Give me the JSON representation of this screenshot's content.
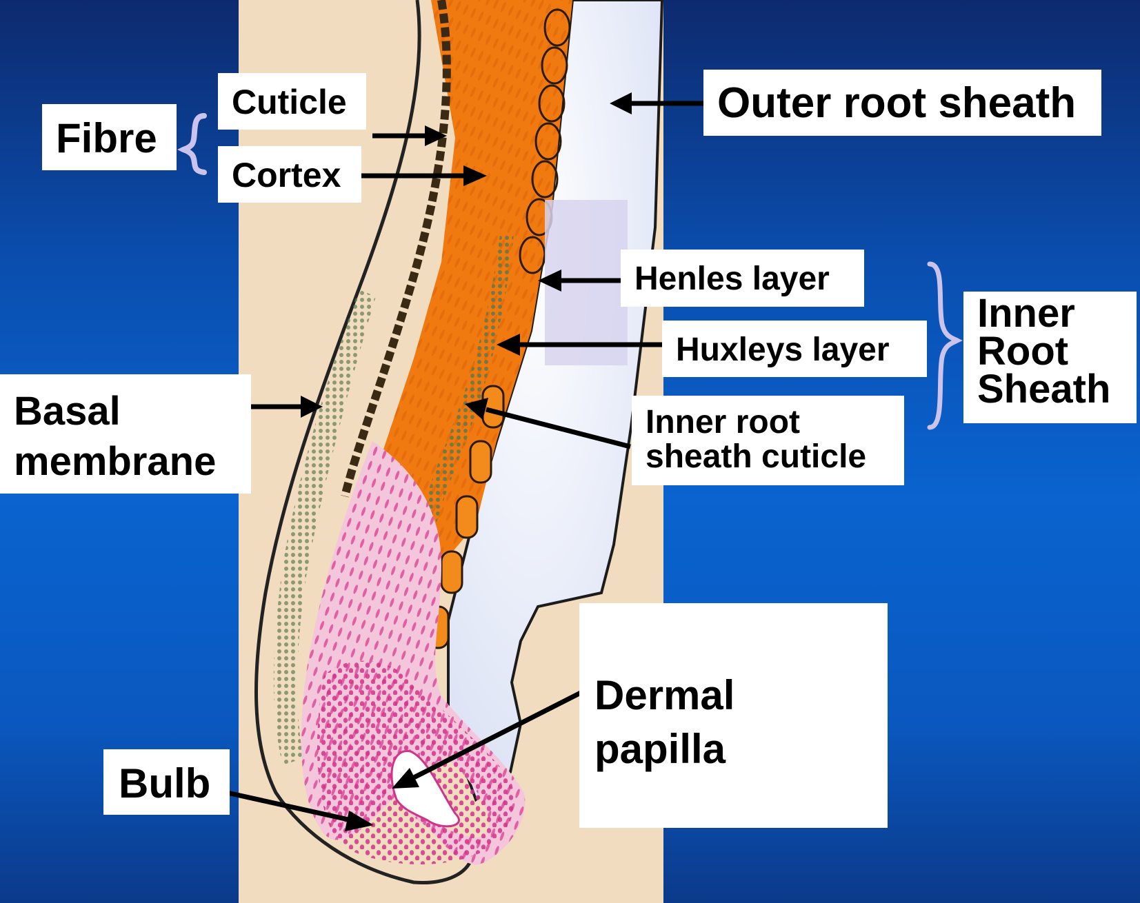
{
  "labels": {
    "fibre": "Fibre",
    "cuticle": "Cuticle",
    "cortex": "Cortex",
    "outer_root_sheath": "Outer root sheath",
    "henles_layer": "Henles layer",
    "huxleys_layer": "Huxleys layer",
    "inner_root_sheath_cuticle": [
      "Inner root",
      "sheath cuticle"
    ],
    "inner_root_sheath": [
      "Inner",
      "Root",
      "Sheath"
    ],
    "basal_membrane": [
      "Basal",
      "membrane"
    ],
    "dermal_papilla": [
      "Dermal",
      "papilla"
    ],
    "bulb": "Bulb"
  },
  "colors": {
    "background_top": "#0d2a6e",
    "background_mid": "#0a63cf",
    "photo_beige": "#f1dcc0",
    "cortex_orange": "#f07a10",
    "outer_sheath_lavender": "#dde4f7",
    "bulb_pink": "#e05aa8",
    "brace_lavender": "#c9c3ee",
    "arrow": "#000000"
  }
}
